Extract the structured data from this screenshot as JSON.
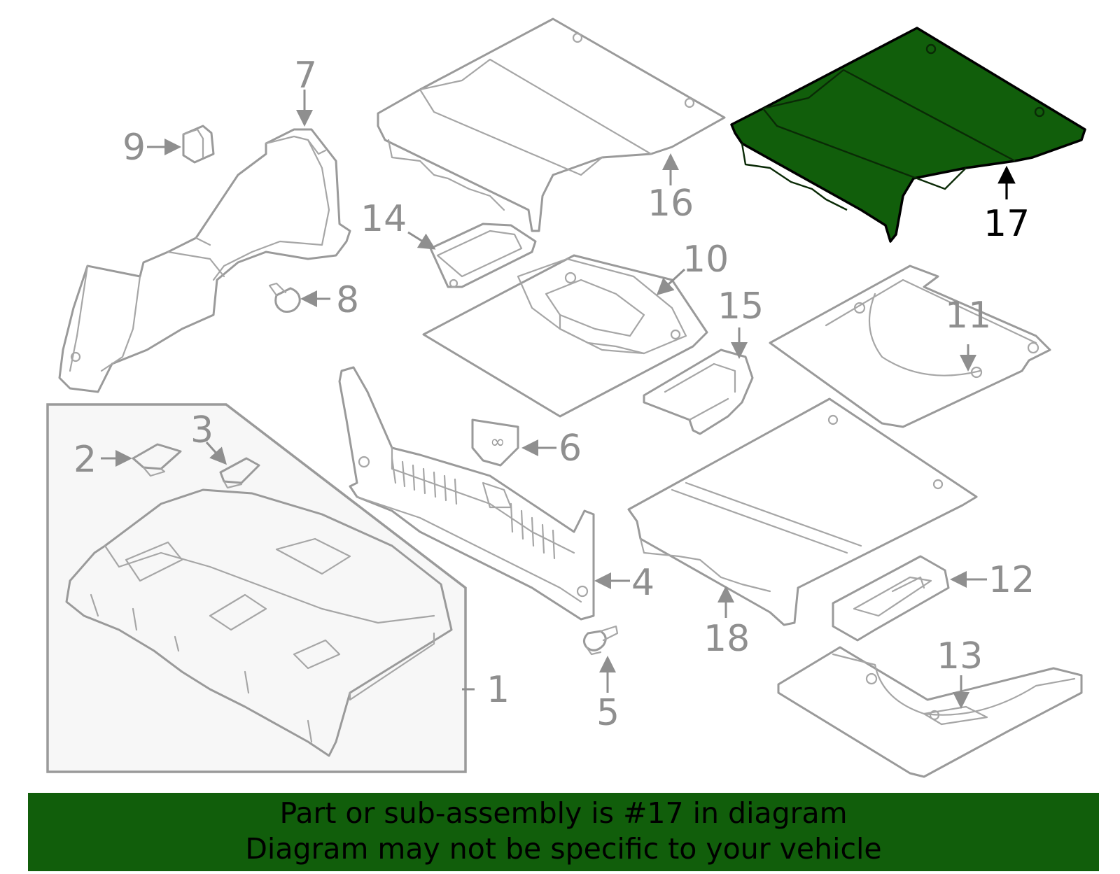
{
  "callouts": {
    "p1": "1",
    "p2": "2",
    "p3": "3",
    "p4": "4",
    "p5": "5",
    "p6": "6",
    "p7": "7",
    "p8": "8",
    "p9": "9",
    "p10": "10",
    "p11": "11",
    "p12": "12",
    "p13": "13",
    "p14": "14",
    "p15": "15",
    "p16": "16",
    "p17": "17",
    "p18": "18"
  },
  "highlighted_part": "17",
  "colors": {
    "highlight": "#115e0b",
    "line_art": "#9a9a9a",
    "banner": "#115e0b"
  },
  "banner": {
    "line1": "Part or sub-assembly is #17 in diagram",
    "line2": "Diagram may not be specific to your vehicle"
  }
}
